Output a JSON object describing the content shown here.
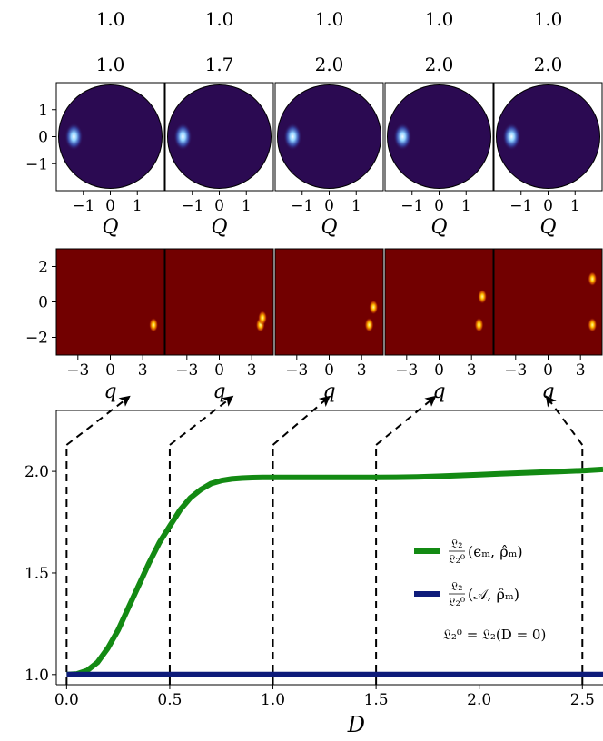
{
  "top_values": {
    "row1": [
      "1.0",
      "1.0",
      "1.0",
      "1.0",
      "1.0"
    ],
    "row2": [
      "1.0",
      "1.7",
      "2.0",
      "2.0",
      "2.0"
    ]
  },
  "colors": {
    "disk_fill": "#2b0a52",
    "blob_core": "#f4fbff",
    "blob_mid": "#6bb6f3",
    "heat_bg": "#720000",
    "heat_spot": "#ffbf00",
    "green": "#138a13",
    "navy": "#0e1b7a"
  },
  "chart_data": [
    {
      "type": "heatmap",
      "panels": 5,
      "xlabel": "Q",
      "x_ticks": [
        "−1",
        "0",
        "1"
      ],
      "y_ticks": [
        "1",
        "0",
        "−1"
      ],
      "blob_centers": [
        {
          "x": -1.35,
          "y": 0.0
        },
        {
          "x": -1.35,
          "y": 0.0
        },
        {
          "x": -1.35,
          "y": 0.0
        },
        {
          "x": -1.35,
          "y": 0.0
        },
        {
          "x": -1.35,
          "y": 0.0
        }
      ]
    },
    {
      "type": "heatmap",
      "panels": 5,
      "xlabel": "q",
      "x_ticks": [
        "−3",
        "0",
        "3"
      ],
      "y_ticks": [
        "2",
        "0",
        "−2"
      ],
      "spots": [
        [
          {
            "x": 4.0,
            "y": -1.3
          }
        ],
        [
          {
            "x": 3.8,
            "y": -1.3
          },
          {
            "x": 4.0,
            "y": -0.9
          }
        ],
        [
          {
            "x": 3.7,
            "y": -1.3
          },
          {
            "x": 4.1,
            "y": -0.3
          }
        ],
        [
          {
            "x": 3.7,
            "y": -1.3
          },
          {
            "x": 4.0,
            "y": 0.3
          }
        ],
        [
          {
            "x": 4.1,
            "y": -1.3
          },
          {
            "x": 4.1,
            "y": 1.3
          }
        ]
      ]
    },
    {
      "type": "line",
      "xlabel": "D",
      "xlim": [
        -0.05,
        2.6
      ],
      "ylim": [
        0.95,
        2.3
      ],
      "x_ticks": [
        "0.0",
        "0.5",
        "1.0",
        "1.5",
        "2.0",
        "2.5"
      ],
      "y_ticks": [
        "1.0",
        "1.5",
        "2.0"
      ],
      "series": [
        {
          "name_main": "𝔏₂",
          "name_den": "𝔏₂⁰",
          "name_args": "(ϵₘ, ρ̂ₘ)",
          "x": [
            0.0,
            0.05,
            0.1,
            0.15,
            0.2,
            0.25,
            0.3,
            0.35,
            0.4,
            0.45,
            0.5,
            0.55,
            0.6,
            0.65,
            0.7,
            0.75,
            0.8,
            0.85,
            0.9,
            0.95,
            1.0,
            1.1,
            1.2,
            1.3,
            1.4,
            1.5,
            1.6,
            1.7,
            1.8,
            1.9,
            2.0,
            2.1,
            2.2,
            2.3,
            2.4,
            2.5,
            2.6
          ],
          "y": [
            1.0,
            1.003,
            1.02,
            1.06,
            1.13,
            1.22,
            1.33,
            1.44,
            1.55,
            1.65,
            1.73,
            1.81,
            1.87,
            1.91,
            1.94,
            1.955,
            1.963,
            1.967,
            1.969,
            1.97,
            1.97,
            1.97,
            1.97,
            1.97,
            1.97,
            1.97,
            1.971,
            1.973,
            1.976,
            1.98,
            1.984,
            1.988,
            1.992,
            1.996,
            2.0,
            2.004,
            2.01
          ]
        },
        {
          "name_main": "𝔏₂",
          "name_den": "𝔏₂⁰",
          "name_args": "(𝒜, ρ̂ₘ)",
          "x": [
            0.0,
            2.6
          ],
          "y": [
            1.0,
            1.0
          ]
        }
      ],
      "note": "𝔏₂⁰ = 𝔏₂(D = 0)",
      "dashed_markers": [
        0.0,
        0.5,
        1.0,
        1.5,
        2.5
      ]
    }
  ]
}
